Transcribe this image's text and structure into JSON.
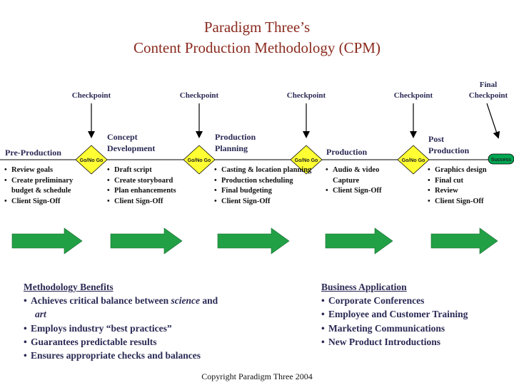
{
  "title_line1": "Paradigm Three’s",
  "title_line2": "Content Production Methodology (CPM)",
  "checkpoints": {
    "c1": "Checkpoint",
    "c2": "Checkpoint",
    "c3": "Checkpoint",
    "c4": "Checkpoint",
    "final_line1": "Final",
    "final_line2": "Checkpoint"
  },
  "gates": {
    "g1": "Go/No Go",
    "g2": "Go/No Go",
    "g3": "Go/No Go",
    "g4": "Go/No Go",
    "success": "Success"
  },
  "stages": [
    {
      "line1": "Pre-Production",
      "line2": "",
      "tasks": [
        "Review goals",
        "Create preliminary budget &  schedule",
        "Client Sign-Off"
      ]
    },
    {
      "line1": "Concept",
      "line2": "Development",
      "tasks": [
        "Draft script",
        "Create storyboard",
        "Plan enhancements",
        "Client Sign-Off"
      ]
    },
    {
      "line1": "Production",
      "line2": "Planning",
      "tasks": [
        "Casting & location planning",
        "Production scheduling",
        "Final budgeting",
        "Client Sign-Off"
      ]
    },
    {
      "line1": "Production",
      "line2": "",
      "tasks": [
        "Audio & video Capture",
        "Client Sign-Off"
      ]
    },
    {
      "line1": "Post",
      "line2": "Production",
      "tasks": [
        "Graphics design",
        "Final cut",
        "Review",
        "Client Sign-Off"
      ]
    }
  ],
  "benefits": {
    "heading": "Methodology Benefits",
    "item1_a": "Achieves critical balance between ",
    "item1_em1": "science",
    "item1_b": " and ",
    "item1_em2": "art",
    "item2": "Employs industry “best practices”",
    "item3": "Guarantees predictable results",
    "item4": "Ensures appropriate checks and balances"
  },
  "business": {
    "heading": "Business Application",
    "items": [
      "Corporate Conferences",
      "Employee and Customer Training",
      "Marketing Communications",
      "New Product Introductions"
    ]
  },
  "copyright": "Copyright Paradigm Three 2004",
  "colors": {
    "title": "#8a2a1e",
    "text_navy": "#2a2a55",
    "diamond_fill": "#ffff33",
    "success_fill": "#00a651",
    "arrow_fill": "#22a046"
  }
}
